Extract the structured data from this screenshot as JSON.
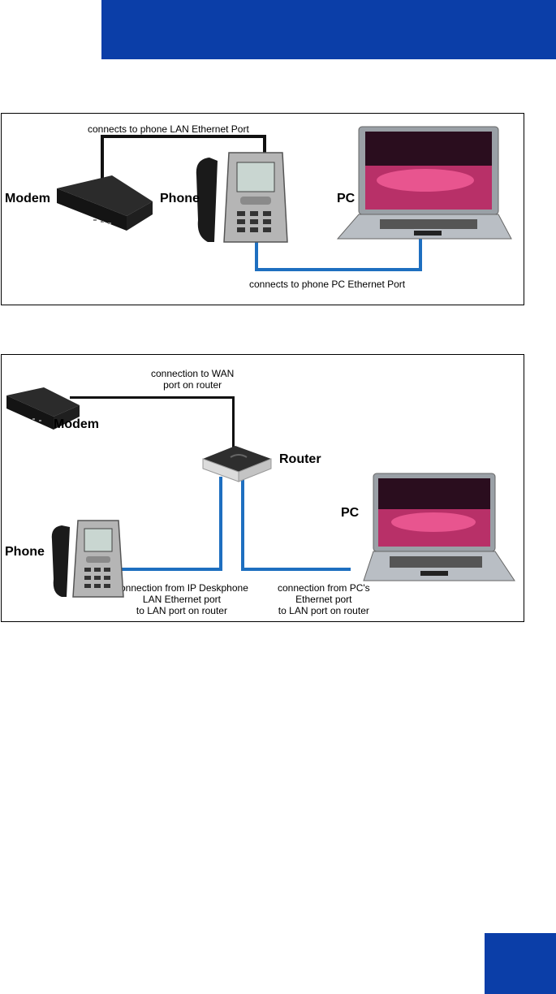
{
  "diagram1": {
    "labels": {
      "modem": "Modem",
      "phone": "Phone",
      "pc": "PC"
    },
    "notes": {
      "top": "connects to phone LAN Ethernet Port",
      "bottom": "connects to phone PC Ethernet Port"
    }
  },
  "diagram2": {
    "labels": {
      "modem": "Modem",
      "router": "Router",
      "phone": "Phone",
      "pc": "PC"
    },
    "notes": {
      "wan": [
        "connection to WAN",
        "port on router"
      ],
      "phone_lan": [
        "connection from IP Deskphone",
        "LAN Ethernet port",
        "to LAN port on router"
      ],
      "pc_lan": [
        "connection from PC's",
        "Ethernet port",
        "to LAN port on router"
      ]
    }
  },
  "colors": {
    "brand_blue": "#0b3ea8",
    "cable_black": "#111111",
    "cable_blue": "#1e6fc0"
  }
}
